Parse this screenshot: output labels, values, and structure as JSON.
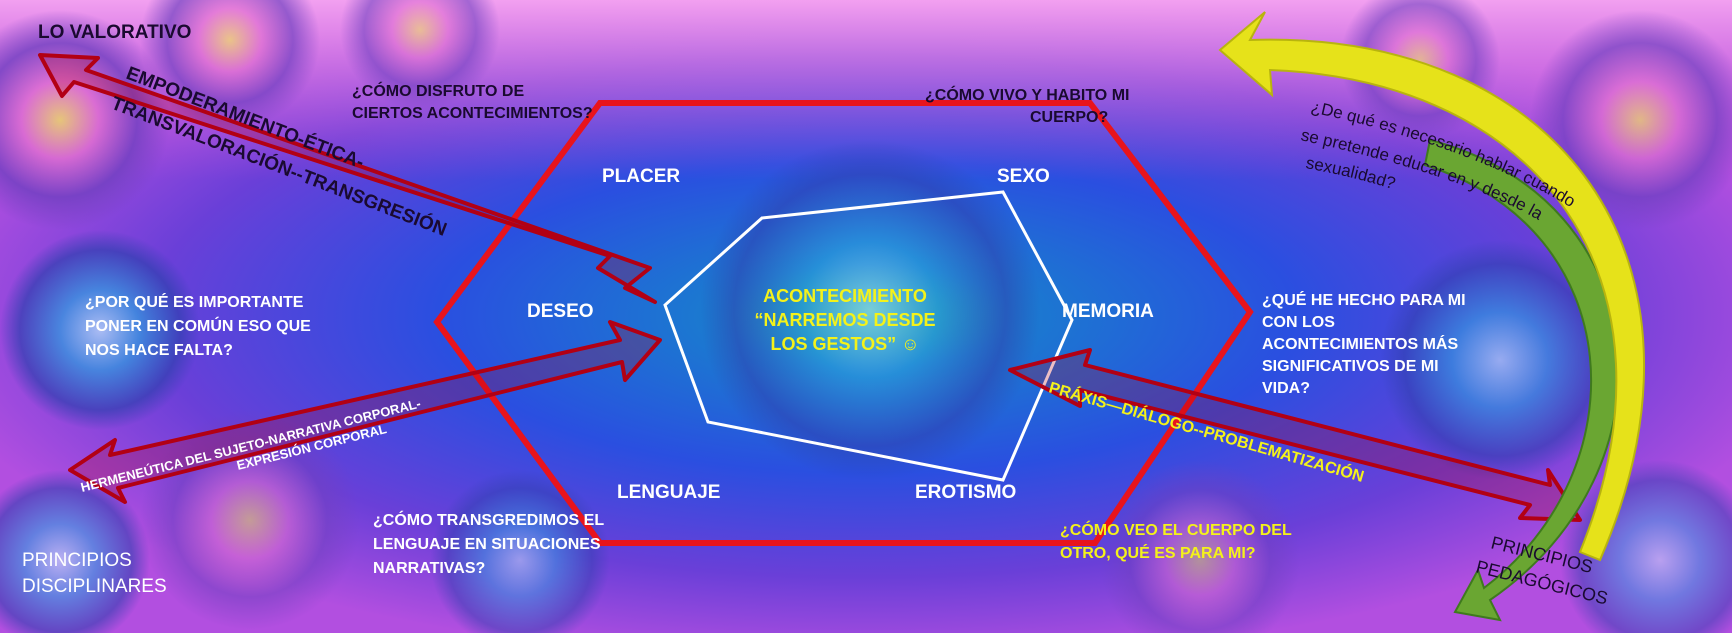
{
  "corner_labels": {
    "top_left": "LO VALORATIVO",
    "bottom_left": [
      "PRINCIPIOS",
      "DISCIPLINARES"
    ],
    "bottom_right": [
      "PRINCIPIOS",
      "PEDAGÓGICOS"
    ]
  },
  "center": {
    "lines": [
      "ACONTECIMIENTO",
      "“NARREMOS DESDE",
      "LOS GESTOS” ☺"
    ]
  },
  "nodes": {
    "placer": "PLACER",
    "sexo": "SEXO",
    "deseo": "DESEO",
    "memoria": "MEMORIA",
    "lenguaje": "LENGUAJE",
    "erotismo": "EROTISMO"
  },
  "questions": {
    "placer": [
      "¿CÓMO DISFRUTO DE",
      "CIERTOS ACONTECIMIENTOS?"
    ],
    "sexo": [
      "¿CÓMO VIVO Y HABITO MI",
      "CUERPO?"
    ],
    "deseo": [
      "¿POR QUÉ ES IMPORTANTE",
      "PONER EN COMÚN ESO QUE",
      "NOS HACE FALTA?"
    ],
    "memoria": [
      "¿QUÉ HE HECHO PARA MI",
      "CON LOS",
      "ACONTECIMIENTOS MÁS",
      "SIGNIFICATIVOS DE MI",
      "VIDA?"
    ],
    "lenguaje": [
      "¿CÓMO TRANSGREDIMOS EL",
      "LENGUAJE EN SITUACIONES",
      "NARRATIVAS?"
    ],
    "erotismo": [
      "¿CÓMO VEO EL CUERPO DEL",
      "OTRO, QUÉ ES PARA MI?"
    ]
  },
  "arrows": {
    "valorativo_line1": "EMPODERAMIENTO-ÉTICA-",
    "valorativo_line2": "TRANSVALORACIÓN--TRANSGRESIÓN",
    "disciplinar_line1": "HERMENEÚTICA DEL SUJETO-NARRATIVA CORPORAL-",
    "disciplinar_line2": "EXPRESIÓN CORPORAL",
    "pedagogico": "PRÁXIS—DIÁLOGO--PROBLEMATIZACIÓN"
  },
  "curved_question": [
    "¿De qué es necesario hablar cuando",
    "se pretende educar en y desde la",
    "sexualidad?"
  ],
  "colors": {
    "hexagon_red": "#e8141c",
    "inner_white": "#ffffff",
    "center_text": "#f4f21a",
    "arrow_yellow": "#e6e21a",
    "arrow_green": "#6aa632",
    "dark_text": "#1a0a30"
  }
}
